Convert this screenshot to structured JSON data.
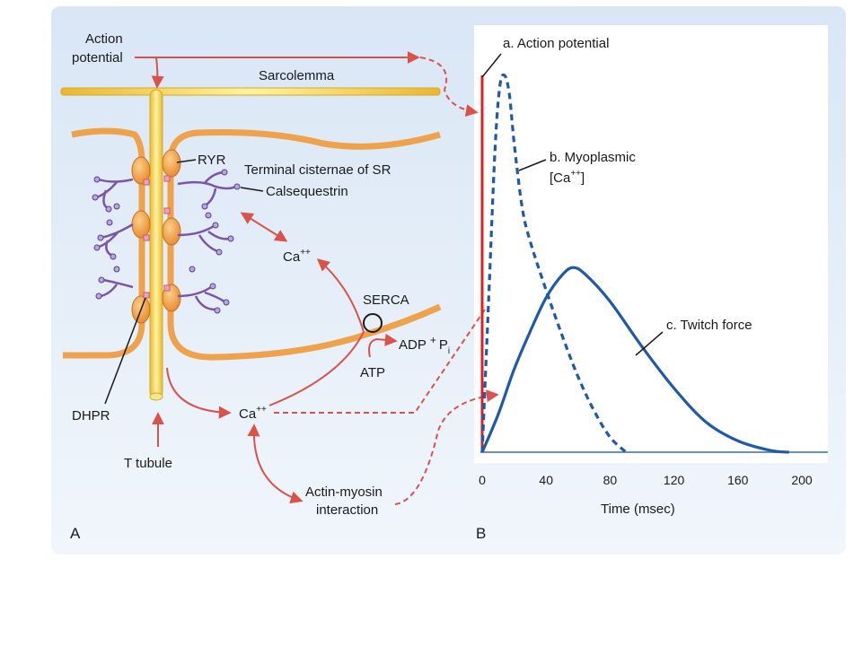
{
  "colors": {
    "panel_bg_top": "#dce8f6",
    "panel_bg_bottom": "#f2f7fc",
    "sarcolemma_yellow": "#f3d84a",
    "membrane_orange": "#eda24b",
    "arrow_red": "#d9534a",
    "calsequestrin_purple": "#7a55a8",
    "curve_blue": "#1f5aa8",
    "ap_red": "#e02020"
  },
  "panel_a": {
    "letter": "A",
    "action_potential_line1": "Action",
    "action_potential_line2": "potential",
    "sarcolemma": "Sarcolemma",
    "ryr": "RYR",
    "terminal_cisternae": "Terminal cisternae of SR",
    "calsequestrin": "Calsequestrin",
    "ca_upper": "Ca",
    "ca_upper_sup": "++",
    "serca": "SERCA",
    "adp": "ADP",
    "pi_plus": "+",
    "pi": "P",
    "pi_sub": "i",
    "atp": "ATP",
    "dhpr": "DHPR",
    "ca_lower": "Ca",
    "ca_lower_sup": "++",
    "t_tubule": "T tubule",
    "actin_myosin_line1": "Actin-myosin",
    "actin_myosin_line2": "interaction"
  },
  "panel_b": {
    "letter": "B",
    "label_a": "a. Action potential",
    "label_b_line1": "b. Myoplasmic",
    "label_b_line2_pre": "[Ca",
    "label_b_line2_sup": "++",
    "label_b_line2_post": "]",
    "label_c": "c. Twitch force",
    "xlabel": "Time (msec)"
  },
  "chart_data": {
    "type": "line",
    "xlabel": "Time (msec)",
    "x_ticks": [
      "0",
      "40",
      "80",
      "120",
      "160",
      "200"
    ],
    "xlim": [
      0,
      215
    ],
    "ylim": [
      0,
      1
    ],
    "y_axis_labels": "none",
    "series": [
      {
        "name": "a. Action potential",
        "style": "solid red vertical line",
        "x": [
          0,
          0
        ],
        "y": [
          0,
          1.0
        ]
      },
      {
        "name": "b. Myoplasmic [Ca++]",
        "style": "dashed",
        "x": [
          0,
          4,
          8,
          11,
          14,
          17,
          20,
          25,
          30,
          40,
          50,
          60,
          70,
          80,
          90
        ],
        "y": [
          0,
          0.4,
          0.8,
          0.97,
          1.0,
          0.95,
          0.82,
          0.65,
          0.56,
          0.43,
          0.31,
          0.2,
          0.11,
          0.04,
          0
        ]
      },
      {
        "name": "c. Twitch force",
        "style": "solid",
        "x": [
          0,
          10,
          20,
          30,
          40,
          50,
          57,
          65,
          80,
          100,
          120,
          140,
          160,
          180,
          192
        ],
        "y": [
          0,
          0.1,
          0.22,
          0.32,
          0.41,
          0.47,
          0.49,
          0.47,
          0.4,
          0.28,
          0.17,
          0.08,
          0.03,
          0.005,
          0
        ]
      }
    ]
  }
}
